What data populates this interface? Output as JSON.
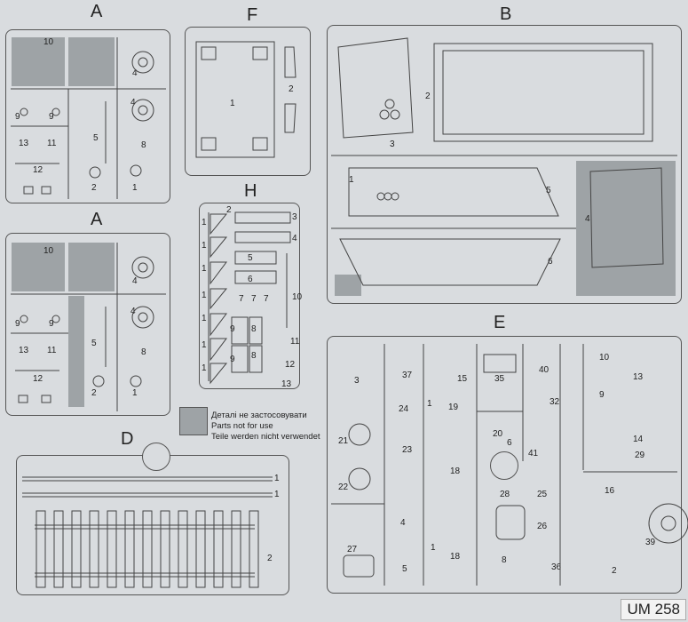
{
  "title_code": "UM 258",
  "legend": {
    "line1": "Деталі не застосовувати",
    "line2": "Parts not for use",
    "line3": "Teile werden nicht verwendet"
  },
  "sprues": [
    {
      "letter": "A",
      "numbers": [
        "10",
        "4",
        "9",
        "9",
        "4",
        "5",
        "13",
        "11",
        "8",
        "12",
        "2",
        "1"
      ]
    },
    {
      "letter": "A",
      "numbers": [
        "10",
        "4",
        "9",
        "9",
        "4",
        "5",
        "13",
        "11",
        "8",
        "12",
        "2",
        "1"
      ]
    },
    {
      "letter": "F",
      "numbers": [
        "1",
        "2"
      ]
    },
    {
      "letter": "B",
      "numbers": [
        "2",
        "3",
        "1",
        "5",
        "4",
        "6"
      ]
    },
    {
      "letter": "H",
      "numbers": [
        "1",
        "1",
        "1",
        "1",
        "1",
        "1",
        "1",
        "2",
        "3",
        "4",
        "5",
        "6",
        "7",
        "7",
        "7",
        "8",
        "8",
        "9",
        "9",
        "10",
        "11",
        "12",
        "13"
      ]
    },
    {
      "letter": "D",
      "numbers": [
        "1",
        "1",
        "2"
      ]
    },
    {
      "letter": "E",
      "numbers": [
        "3",
        "37",
        "15",
        "35",
        "40",
        "10",
        "13",
        "24",
        "1",
        "19",
        "32",
        "9",
        "21",
        "23",
        "20",
        "6",
        "14",
        "41",
        "29",
        "18",
        "22",
        "28",
        "25",
        "16",
        "4",
        "26",
        "27",
        "18",
        "1",
        "5",
        "8",
        "36",
        "39",
        "2"
      ]
    }
  ],
  "colors": {
    "background": "#d9dcdf",
    "line": "#555555",
    "unused_fill": "#9ea3a6"
  }
}
